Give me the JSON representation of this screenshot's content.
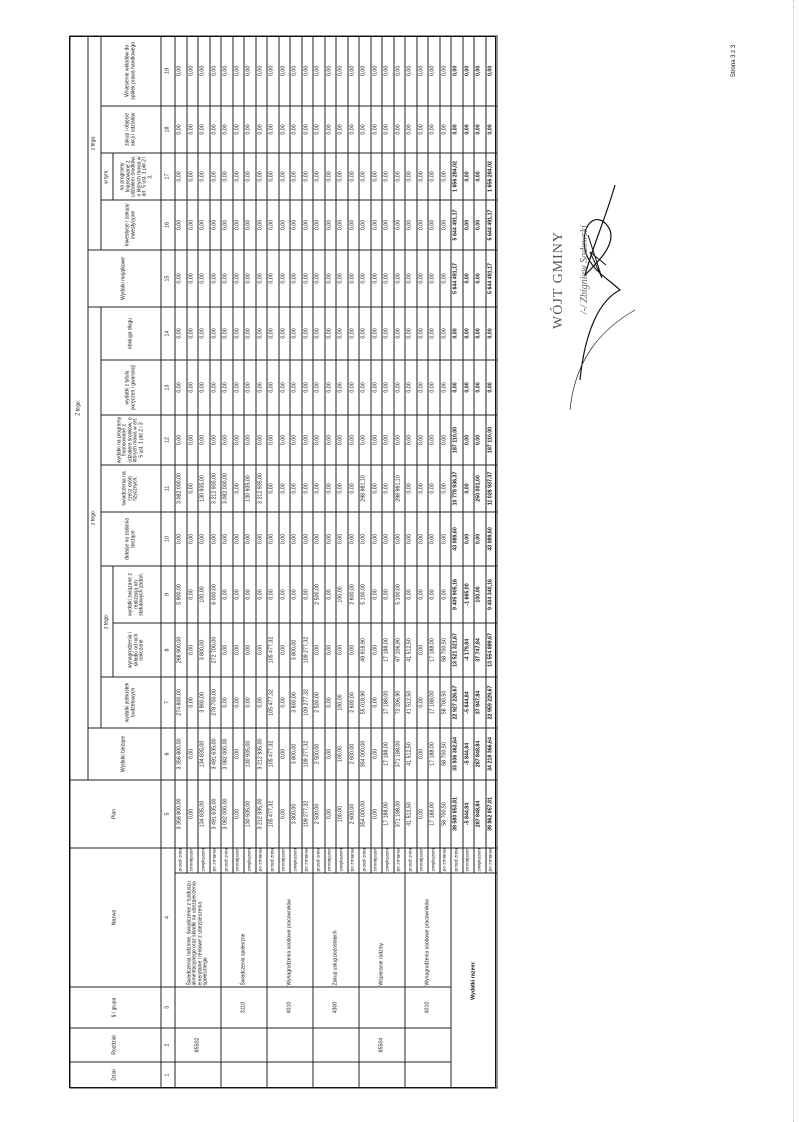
{
  "header": {
    "dzial": "Dział",
    "rozdzial": "Rozdział",
    "paragraf": "§ / grupa",
    "nazwa": "Nazwa",
    "plan": "Plan",
    "z_tego_top": "Z tego:",
    "wydatki_biezace": "Wydatki bieżące",
    "z_tego_biezace": "z tego:",
    "wydatki_jednostek": "wydatki jednostek budżetowych",
    "z_tego_jednostek": "z tego:",
    "wynagrodzenia": "wynagrodzenia i składki od nich naliczane",
    "statutowe": "wydatki związane z realizacją ich statutowych zadań;",
    "dotacje": "dotacje na zadania bieżące",
    "swiadczenia": "świadczenia na rzecz osób fizycznych;",
    "programy": "wydatki na programy finansowane z udziałem środków, o których mowa w art. 5 ust. 1 pkt 2 i 3",
    "poreczenia": "wydatki z tytułu poręczeń i gwarancji",
    "obsluga_dlugu": "obsługa długu",
    "wydatki_majatkowe": "Wydatki majątkowe",
    "z_tego_majatkowe": "z tego:",
    "inwestycje": "Inwestycje i zakupy inwestycyjne",
    "w_tym": "w tym:",
    "programy_inw": "na programy finansowane z udziałem środków, o których mowa w art. 5 ust. 1 pkt 2 i 3,",
    "akcje": "zakup i objęcie akcji i udziałów",
    "wklady": "Wniesienie wkładów do spółek prawa handlowego",
    "numbers": [
      "1",
      "2",
      "3",
      "4",
      "5",
      "6",
      "7",
      "8",
      "9",
      "10",
      "11",
      "12",
      "13",
      "14",
      "15",
      "16",
      "17",
      "18",
      "19"
    ]
  },
  "row_labels": [
    "przed zmianą",
    "zmniejszenie",
    "zwiększenie",
    "po zmianach"
  ],
  "groups": [
    {
      "dzial": "",
      "rozdzial": "85502",
      "paragraf": "",
      "nazwa": "Świadczenia rodzinne, świadczenie z funduszu alimentacyjnego oraz składki na ubezpieczenia emerytalne i rentowe z ubezpieczenia społecznego",
      "rows": [
        [
          "3 356 800,00",
          "3 356 800,00",
          "274 800,00",
          "268 900,00",
          "5 900,00",
          "0,00",
          "3 082 000,00",
          "0,00",
          "0,00",
          "0,00",
          "0,00",
          "0,00",
          "0,00",
          "0,00",
          "0,00"
        ],
        [
          "0,00",
          "0,00",
          "0,00",
          "0,00",
          "0,00",
          "0,00",
          "0,00",
          "0,00",
          "0,00",
          "0,00",
          "0,00",
          "0,00",
          "0,00",
          "0,00",
          "0,00"
        ],
        [
          "134 835,00",
          "134 835,00",
          "3 900,00",
          "3 800,00",
          "100,00",
          "0,00",
          "130 935,00",
          "0,00",
          "0,00",
          "0,00",
          "0,00",
          "0,00",
          "0,00",
          "0,00",
          "0,00"
        ],
        [
          "3 491 635,00",
          "3 491 635,00",
          "278 700,00",
          "272 700,00",
          "6 000,00",
          "0,00",
          "3 212 935,00",
          "0,00",
          "0,00",
          "0,00",
          "0,00",
          "0,00",
          "0,00",
          "0,00",
          "0,00"
        ]
      ]
    },
    {
      "dzial": "",
      "rozdzial": "",
      "paragraf": "3110",
      "nazwa": "Świadczenia społeczne",
      "rows": [
        [
          "3 082 000,00",
          "3 082 000,00",
          "0,00",
          "0,00",
          "0,00",
          "0,00",
          "3 082 000,00",
          "0,00",
          "0,00",
          "0,00",
          "0,00",
          "0,00",
          "0,00",
          "0,00",
          "0,00"
        ],
        [
          "0,00",
          "0,00",
          "0,00",
          "0,00",
          "0,00",
          "0,00",
          "0,00",
          "0,00",
          "0,00",
          "0,00",
          "0,00",
          "0,00",
          "0,00",
          "0,00",
          "0,00"
        ],
        [
          "130 935,00",
          "130 935,00",
          "0,00",
          "0,00",
          "0,00",
          "0,00",
          "130 935,00",
          "0,00",
          "0,00",
          "0,00",
          "0,00",
          "0,00",
          "0,00",
          "0,00",
          "0,00"
        ],
        [
          "3 212 935,00",
          "3 212 935,00",
          "0,00",
          "0,00",
          "0,00",
          "0,00",
          "3 212 935,00",
          "0,00",
          "0,00",
          "0,00",
          "0,00",
          "0,00",
          "0,00",
          "0,00",
          "0,00"
        ]
      ]
    },
    {
      "dzial": "",
      "rozdzial": "",
      "paragraf": "4010",
      "nazwa": "Wynagrodzenia osobowe pracowników",
      "rows": [
        [
          "105 477,32",
          "105 477,32",
          "105 477,32",
          "105 477,32",
          "0,00",
          "0,00",
          "0,00",
          "0,00",
          "0,00",
          "0,00",
          "0,00",
          "0,00",
          "0,00",
          "0,00",
          "0,00"
        ],
        [
          "0,00",
          "0,00",
          "0,00",
          "0,00",
          "0,00",
          "0,00",
          "0,00",
          "0,00",
          "0,00",
          "0,00",
          "0,00",
          "0,00",
          "0,00",
          "0,00",
          "0,00"
        ],
        [
          "3 800,00",
          "3 800,00",
          "3 800,00",
          "3 800,00",
          "0,00",
          "0,00",
          "0,00",
          "0,00",
          "0,00",
          "0,00",
          "0,00",
          "0,00",
          "0,00",
          "0,00",
          "0,00"
        ],
        [
          "109 277,32",
          "109 277,32",
          "109 277,32",
          "109 277,32",
          "0,00",
          "0,00",
          "0,00",
          "0,00",
          "0,00",
          "0,00",
          "0,00",
          "0,00",
          "0,00",
          "0,00",
          "0,00"
        ]
      ]
    },
    {
      "dzial": "",
      "rozdzial": "",
      "paragraf": "4300",
      "nazwa": "Zakup usług pozostałych",
      "rows": [
        [
          "2 500,00",
          "2 500,00",
          "2 500,00",
          "0,00",
          "2 500,00",
          "0,00",
          "0,00",
          "0,00",
          "0,00",
          "0,00",
          "0,00",
          "0,00",
          "0,00",
          "0,00",
          "0,00"
        ],
        [
          "0,00",
          "0,00",
          "0,00",
          "0,00",
          "0,00",
          "0,00",
          "0,00",
          "0,00",
          "0,00",
          "0,00",
          "0,00",
          "0,00",
          "0,00",
          "0,00",
          "0,00"
        ],
        [
          "100,00",
          "100,00",
          "100,00",
          "0,00",
          "100,00",
          "0,00",
          "0,00",
          "0,00",
          "0,00",
          "0,00",
          "0,00",
          "0,00",
          "0,00",
          "0,00",
          "0,00"
        ],
        [
          "2 600,00",
          "2 600,00",
          "2 600,00",
          "0,00",
          "2 600,00",
          "0,00",
          "0,00",
          "0,00",
          "0,00",
          "0,00",
          "0,00",
          "0,00",
          "0,00",
          "0,00",
          "0,00"
        ]
      ]
    },
    {
      "dzial": "",
      "rozdzial": "85504",
      "paragraf": "",
      "nazwa": "Wspieranie rodziny",
      "rows": [
        [
          "354 000,00",
          "354 000,00",
          "55 018,90",
          "49 918,90",
          "5 100,00",
          "0,00",
          "298 981,10",
          "0,00",
          "0,00",
          "0,00",
          "0,00",
          "0,00",
          "0,00",
          "0,00",
          "0,00"
        ],
        [
          "0,00",
          "0,00",
          "0,00",
          "0,00",
          "0,00",
          "0,00",
          "0,00",
          "0,00",
          "0,00",
          "0,00",
          "0,00",
          "0,00",
          "0,00",
          "0,00",
          "0,00"
        ],
        [
          "17 188,00",
          "17 188,00",
          "17 188,00",
          "17 188,00",
          "0,00",
          "0,00",
          "0,00",
          "0,00",
          "0,00",
          "0,00",
          "0,00",
          "0,00",
          "0,00",
          "0,00",
          "0,00"
        ],
        [
          "371 188,00",
          "371 188,00",
          "72 206,90",
          "67 106,90",
          "5 100,00",
          "0,00",
          "298 981,10",
          "0,00",
          "0,00",
          "0,00",
          "0,00",
          "0,00",
          "0,00",
          "0,00",
          "0,00"
        ]
      ]
    },
    {
      "dzial": "",
      "rozdzial": "",
      "paragraf": "4010",
      "nazwa": "Wynagrodzenia osobowe pracowników",
      "rows": [
        [
          "41 512,50",
          "41 512,50",
          "41 512,50",
          "41 512,50",
          "0,00",
          "0,00",
          "0,00",
          "0,00",
          "0,00",
          "0,00",
          "0,00",
          "0,00",
          "0,00",
          "0,00",
          "0,00"
        ],
        [
          "0,00",
          "0,00",
          "0,00",
          "0,00",
          "0,00",
          "0,00",
          "0,00",
          "0,00",
          "0,00",
          "0,00",
          "0,00",
          "0,00",
          "0,00",
          "0,00",
          "0,00"
        ],
        [
          "17 188,00",
          "17 188,00",
          "17 188,00",
          "17 188,00",
          "0,00",
          "0,00",
          "0,00",
          "0,00",
          "0,00",
          "0,00",
          "0,00",
          "0,00",
          "0,00",
          "0,00",
          "0,00"
        ],
        [
          "58 700,50",
          "58 700,50",
          "58 700,50",
          "58 700,50",
          "0,00",
          "0,00",
          "0,00",
          "0,00",
          "0,00",
          "0,00",
          "0,00",
          "0,00",
          "0,00",
          "0,00",
          "0,00"
        ]
      ]
    }
  ],
  "total": {
    "label": "Wydatki razem:",
    "rows": [
      [
        "39 580 853,81",
        "33 936 362,64",
        "22 927 226,67",
        "13 521 321,67",
        "9 405 905,16",
        "43 089,60",
        "10 778 936,37",
        "187 110,00",
        "0,00",
        "0,00",
        "5 644 491,17",
        "5 644 491,17",
        "1 656 284,02",
        "0,00",
        "0,00"
      ],
      [
        "-5 844,84",
        "-5 844,84",
        "-5 844,84",
        "-4 179,84",
        "-1 665,00",
        "0,00",
        "0,00",
        "0,00",
        "0,00",
        "0,00",
        "0,00",
        "0,00",
        "0,00",
        "0,00",
        "0,00"
      ],
      [
        "287 848,84",
        "287 848,84",
        "37 847,84",
        "37 747,84",
        "100,00",
        "0,00",
        "250 001,00",
        "0,00",
        "0,00",
        "0,00",
        "0,00",
        "0,00",
        "0,00",
        "0,00",
        "0,00"
      ],
      [
        "39 862 857,81",
        "34 218 366,64",
        "22 959 229,67",
        "13 554 889,67",
        "9 404 340,16",
        "43 089,60",
        "11 028 937,37",
        "187 110,00",
        "0,00",
        "0,00",
        "5 644 491,17",
        "5 644 491,17",
        "1 656 284,02",
        "0,00",
        "0,00"
      ]
    ]
  },
  "stamp": {
    "title": "WÓJT GMINY",
    "name": "/-/ Zbigniew Sadowski"
  },
  "footer": {
    "page": "Strona 3 z 3"
  }
}
